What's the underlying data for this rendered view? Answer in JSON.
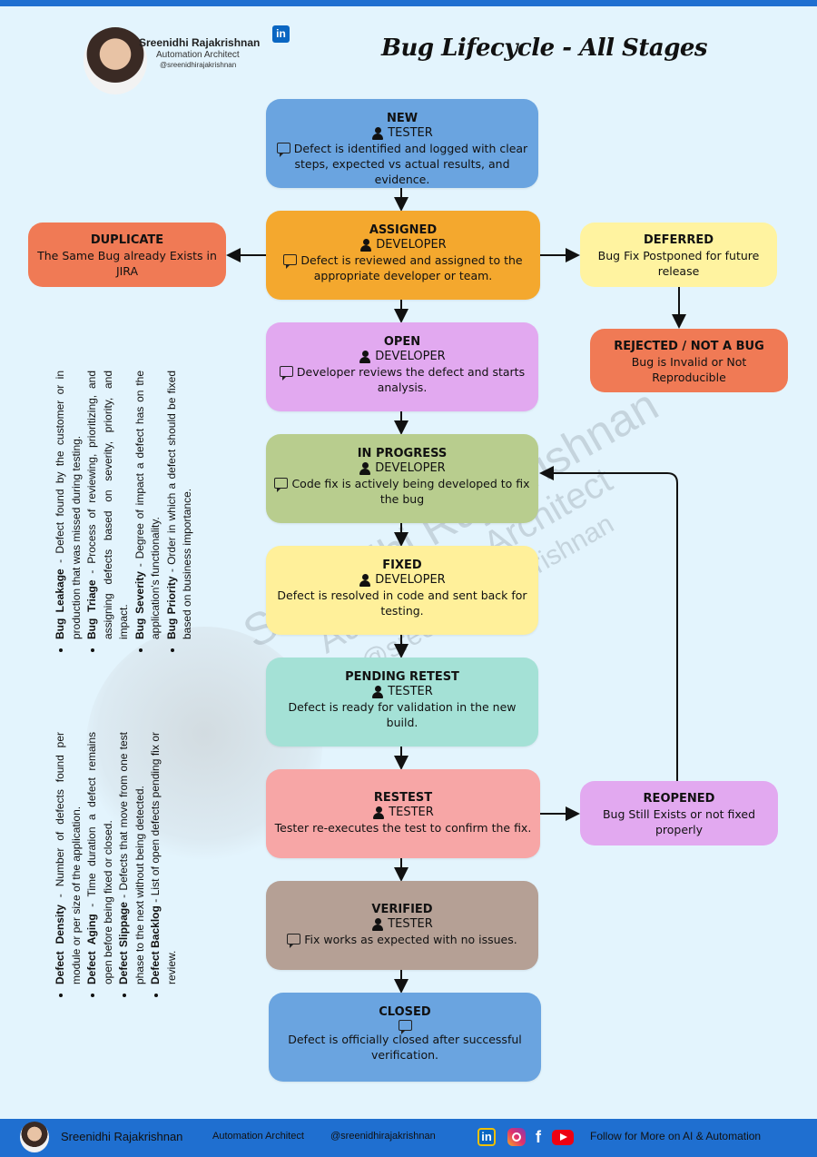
{
  "header": {
    "author_name": "Sreenidhi Rajakrishnan",
    "author_role": "Automation Architect",
    "author_handle": "@sreenidhirajakrishnan",
    "linkedin_badge": "in",
    "title": "Bug Lifecycle - All Stages"
  },
  "watermark": {
    "line1": "Sreenidhi Rajakrishnan",
    "line2": "Automation Architect",
    "line3": "@sreenidhirajakrishnan"
  },
  "stages": {
    "new": {
      "title": "NEW",
      "role": "TESTER",
      "desc": "Defect is identified and logged with clear steps, expected vs actual results, and evidence.",
      "color": "#6aa4e0"
    },
    "assigned": {
      "title": "ASSIGNED",
      "role": "DEVELOPER",
      "desc": "Defect is reviewed and assigned to the appropriate developer or team.",
      "color": "#f4a82e"
    },
    "open": {
      "title": "OPEN",
      "role": "DEVELOPER",
      "desc": "Developer reviews the defect and starts analysis.",
      "color": "#e2a9f0"
    },
    "in_progress": {
      "title": "IN PROGRESS",
      "role": "DEVELOPER",
      "desc": "Code fix is actively being developed to fix the bug",
      "color": "#b8cd8e"
    },
    "fixed": {
      "title": "FIXED",
      "role": "DEVELOPER",
      "desc": "Defect is resolved in code and sent back for testing.",
      "color": "#fff09a"
    },
    "pending_retest": {
      "title": "PENDING RETEST",
      "role": "TESTER",
      "desc": "Defect is ready for validation in the new build.",
      "color": "#a4e1d6"
    },
    "retest": {
      "title": "RESTEST",
      "role": "TESTER",
      "desc": "Tester re-executes the test to confirm the fix.",
      "color": "#f7a6a6"
    },
    "verified": {
      "title": "VERIFIED",
      "role": "TESTER",
      "desc": "Fix works as expected with no issues.",
      "color": "#b5a095"
    },
    "closed": {
      "title": "CLOSED",
      "desc": "Defect is officially closed after successful verification.",
      "color": "#6aa4e0"
    }
  },
  "side_states": {
    "duplicate": {
      "title": "DUPLICATE",
      "desc": "The Same Bug already Exists in JIRA",
      "color": "#f07a55"
    },
    "deferred": {
      "title": "DEFERRED",
      "desc": "Bug Fix Postponed for future release",
      "color": "#fff3a0"
    },
    "rejected": {
      "title": "REJECTED / NOT A BUG",
      "desc": "Bug is Invalid or Not Reproducible",
      "color": "#f07a55"
    },
    "reopened": {
      "title": "REOPENED",
      "desc": "Bug Still Exists or not fixed properly",
      "color": "#e2a9f0"
    }
  },
  "glossary_upper": [
    {
      "term": "Bug Leakage",
      "def": " - Defect found by the customer or in production that was missed during testing."
    },
    {
      "term": "Bug Triage",
      "def": " - Process of reviewing, prioritizing, and assigning defects based on severity, priority, and impact."
    },
    {
      "term": "Bug Severity",
      "def": " - Degree of impact a defect has on the application's functionality."
    },
    {
      "term": "Bug Priority",
      "def": " - Order in which a defect should be fixed based on business importance."
    }
  ],
  "glossary_lower": [
    {
      "term": "Defect Density",
      "def": " - Number of defects found per module or per size of the application."
    },
    {
      "term": "Defect Aging",
      "def": " - Time duration a defect remains open before being fixed or closed."
    },
    {
      "term": "Defect Slippage",
      "def": " - Defects that move from one test phase to the next without being detected."
    },
    {
      "term": "Defect Backlog",
      "def": " - List of open defects pending fix or review."
    }
  ],
  "footer": {
    "name": "Sreenidhi Rajakrishnan",
    "role": "Automation Architect",
    "handle": "@sreenidhirajakrishnan",
    "linkedin": "in",
    "facebook": "f",
    "follow": "Follow for More on AI & Automation"
  }
}
